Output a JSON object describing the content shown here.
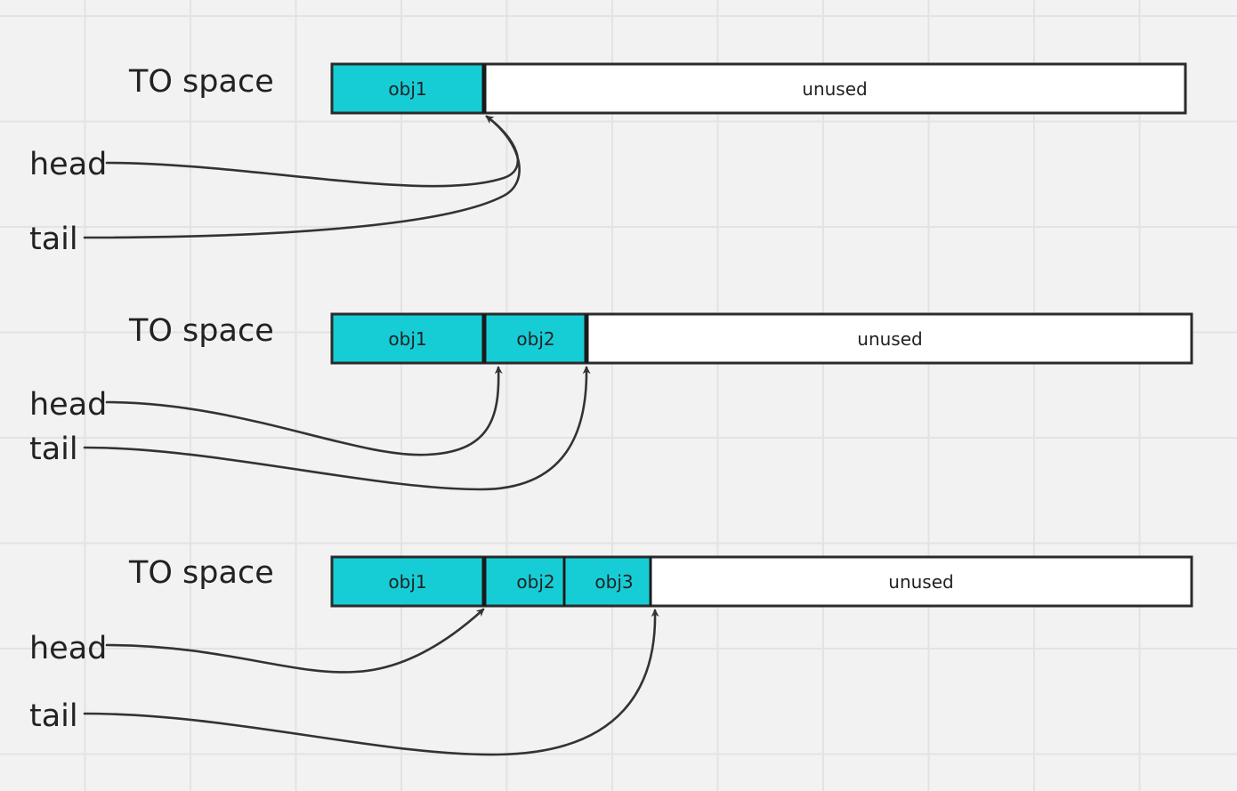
{
  "colors": {
    "object_fill": "#16cdd6",
    "unused_fill": "#ffffff",
    "stroke": "#2b2b2b",
    "arrow": "#333333"
  },
  "panels": [
    {
      "label": "TO space",
      "cells": [
        {
          "text": "obj1",
          "kind": "object"
        },
        {
          "text": "unused",
          "kind": "unused"
        }
      ],
      "pointers": [
        {
          "label": "head",
          "target_boundary": 1
        },
        {
          "label": "tail",
          "target_boundary": 1
        }
      ]
    },
    {
      "label": "TO space",
      "cells": [
        {
          "text": "obj1",
          "kind": "object"
        },
        {
          "text": "obj2",
          "kind": "object"
        },
        {
          "text": "unused",
          "kind": "unused"
        }
      ],
      "pointers": [
        {
          "label": "head",
          "target_boundary": 1
        },
        {
          "label": "tail",
          "target_boundary": 2
        }
      ]
    },
    {
      "label": "TO space",
      "cells": [
        {
          "text": "obj1",
          "kind": "object"
        },
        {
          "text": "obj2",
          "kind": "object"
        },
        {
          "text": "obj3",
          "kind": "object"
        },
        {
          "text": "unused",
          "kind": "unused"
        }
      ],
      "pointers": [
        {
          "label": "head",
          "target_boundary": 1
        },
        {
          "label": "tail",
          "target_boundary": 3
        }
      ]
    }
  ]
}
